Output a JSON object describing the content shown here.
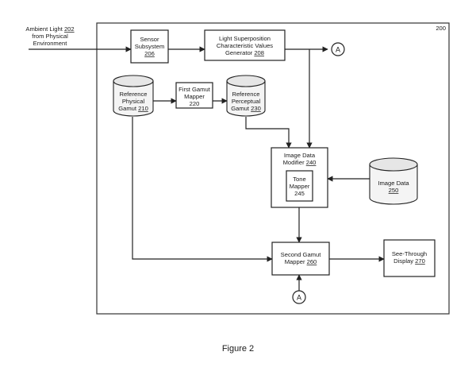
{
  "diagram": {
    "frame_ref": "200",
    "ambient": {
      "line1": "Ambient Light",
      "num": "202",
      "line2": "from Physical",
      "line3": "Environment"
    },
    "sensor": {
      "line1": "Sensor",
      "line2": "Subsystem",
      "num": "206"
    },
    "lsv": {
      "line1": "Light Superposition",
      "line2": "Characteristic Values",
      "line3": "Generator",
      "num": "208"
    },
    "ref_physical": {
      "line1": "Reference",
      "line2": "Physical",
      "line3": "Gamut",
      "num": "210"
    },
    "first_mapper": {
      "line1": "First Gamut",
      "line2": "Mapper",
      "num": "220"
    },
    "ref_perceptual": {
      "line1": "Reference",
      "line2": "Perceptual",
      "line3": "Gamut",
      "num": "230"
    },
    "modifier": {
      "line1": "Image Data",
      "line2": "Modifier",
      "num": "240"
    },
    "tone": {
      "line1": "Tone",
      "line2": "Mapper",
      "num": "245"
    },
    "image_data": {
      "line1": "Image Data",
      "num": "250"
    },
    "second_mapper": {
      "line1": "Second Gamut",
      "line2": "Mapper",
      "num": "260"
    },
    "display": {
      "line1": "See-Through",
      "line2": "Display",
      "num": "270"
    },
    "connector_label": "A"
  },
  "caption": "Figure 2"
}
